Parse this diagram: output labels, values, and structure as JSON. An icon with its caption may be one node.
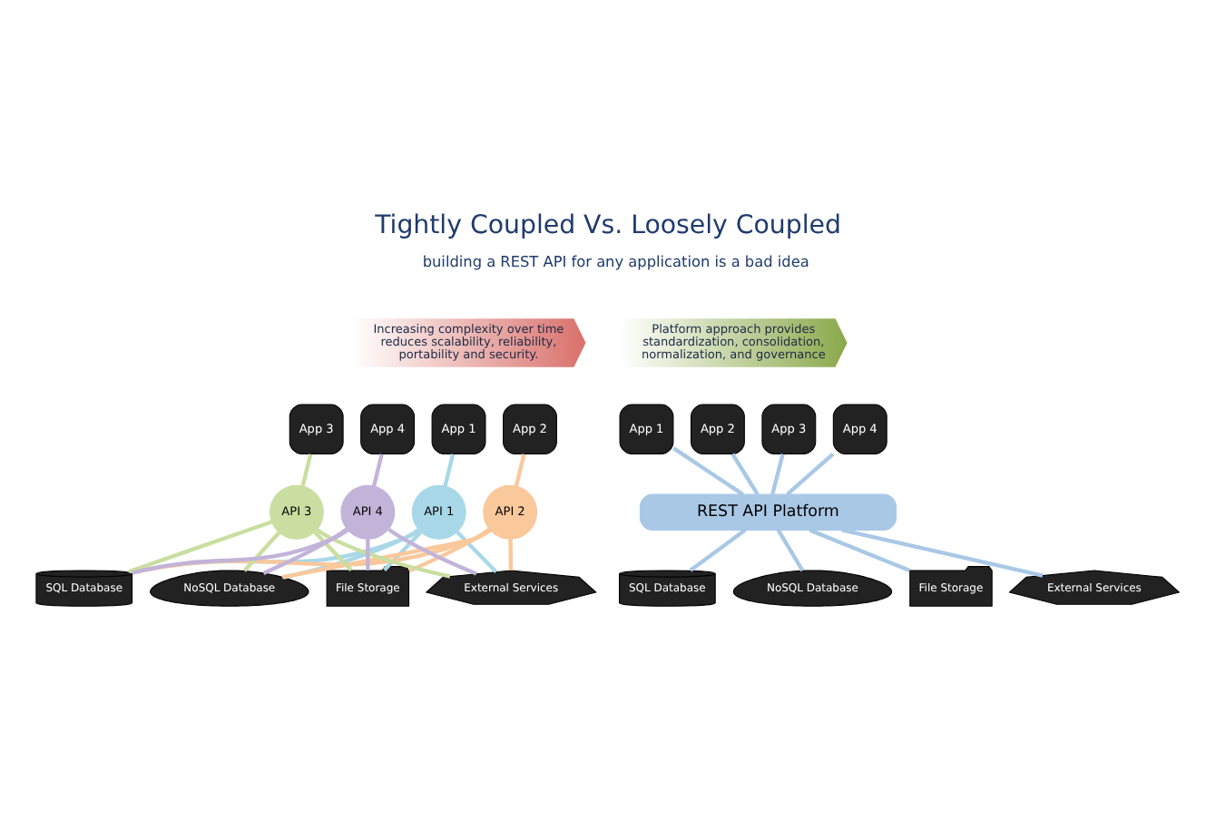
{
  "diagram": {
    "title": "Tightly Coupled Vs. Loosely Coupled",
    "nodes": [
      {
        "text": [
          "Increasing complexity over time reduces scalability, reliability, portability and security."
        ]
      },
      {
        "text": [
          "App 1"
        ]
      },
      {
        "text": [
          "App 2"
        ]
      },
      {
        "text": [
          "App 3"
        ]
      },
      {
        "text": [
          "App 4"
        ]
      },
      {
        "text": [
          "API 1"
        ]
      },
      {
        "text": [
          "API 2"
        ]
      },
      {
        "text": [
          "API 3"
        ]
      },
      {
        "text": [
          "API 4"
        ]
      },
      {
        "text": [
          "SQL Database"
        ]
      },
      {
        "text": [
          "NoSQL Database"
        ]
      },
      {
        "text": [
          "File Storage"
        ]
      },
      {
        "text": [
          "External Services"
        ]
      },
      {
        "text": [
          "Platform approach provides standardization, consolidation, normalization, and governance"
        ]
      },
      {
        "text": [
          "App 1"
        ]
      },
      {
        "text": [
          "App 2"
        ]
      },
      {
        "text": [
          "App 3"
        ]
      },
      {
        "text": [
          "App 4"
        ]
      },
      {
        "text": [
          "REST API Platform"
        ]
      },
      {
        "text": [
          "SQL Database"
        ]
      },
      {
        "text": [
          "NoSQL Database"
        ]
      },
      {
        "text": [
          "File Storage"
        ]
      },
      {
        "text": [
          "External Services"
        ]
      }
    ],
    "edges": [
      {
        "from": 1,
        "to": 5,
        "arrow": "none",
        "color": "#a8d8e8"
      },
      {
        "from": 2,
        "to": 6,
        "arrow": "none",
        "color": "#f9c89b"
      },
      {
        "from": 3,
        "to": 7,
        "arrow": "none",
        "color": "#c9dea0"
      },
      {
        "from": 4,
        "to": 8,
        "arrow": "none",
        "color": "#c2b3d9"
      },
      {
        "from": 5,
        "to": 9,
        "arrow": "none",
        "color": "#a8d8e8"
      },
      {
        "from": 5,
        "to": 10,
        "arrow": "none",
        "color": "#a8d8e8"
      },
      {
        "from": 5,
        "to": 11,
        "arrow": "none",
        "color": "#a8d8e8"
      },
      {
        "from": 5,
        "to": 12,
        "arrow": "none",
        "color": "#a8d8e8"
      },
      {
        "from": 6,
        "to": 9,
        "arrow": "none",
        "color": "#f9c89b"
      },
      {
        "from": 6,
        "to": 10,
        "arrow": "none",
        "color": "#f9c89b"
      },
      {
        "from": 6,
        "to": 11,
        "arrow": "none",
        "color": "#f9c89b"
      },
      {
        "from": 6,
        "to": 12,
        "arrow": "none",
        "color": "#f9c89b"
      },
      {
        "from": 7,
        "to": 9,
        "arrow": "none",
        "color": "#c9dea0"
      },
      {
        "from": 7,
        "to": 10,
        "arrow": "none",
        "color": "#c9dea0"
      },
      {
        "from": 7,
        "to": 11,
        "arrow": "none",
        "color": "#c9dea0"
      },
      {
        "from": 7,
        "to": 12,
        "arrow": "none",
        "color": "#c9dea0"
      },
      {
        "from": 8,
        "to": 9,
        "arrow": "none",
        "color": "#c2b3d9"
      },
      {
        "from": 8,
        "to": 10,
        "arrow": "none",
        "color": "#c2b3d9"
      },
      {
        "from": 8,
        "to": 11,
        "arrow": "none",
        "color": "#c2b3d9"
      },
      {
        "from": 8,
        "to": 12,
        "arrow": "none",
        "color": "#c2b3d9"
      },
      {
        "from": 14,
        "to": 18,
        "arrow": "none",
        "color": "#a9c8e6"
      },
      {
        "from": 15,
        "to": 18,
        "arrow": "none",
        "color": "#a9c8e6"
      },
      {
        "from": 16,
        "to": 18,
        "arrow": "none",
        "color": "#a9c8e6"
      },
      {
        "from": 17,
        "to": 18,
        "arrow": "none",
        "color": "#a9c8e6"
      },
      {
        "from": 18,
        "to": 19,
        "arrow": "none",
        "color": "#a9c8e6"
      },
      {
        "from": 18,
        "to": 20,
        "arrow": "none",
        "color": "#a9c8e6"
      },
      {
        "from": 18,
        "to": 21,
        "arrow": "none",
        "color": "#a9c8e6"
      },
      {
        "from": 18,
        "to": 22,
        "arrow": "none",
        "color": "#a9c8e6"
      }
    ],
    "labels": [
      "building a REST API for any application is a bad idea"
    ]
  }
}
